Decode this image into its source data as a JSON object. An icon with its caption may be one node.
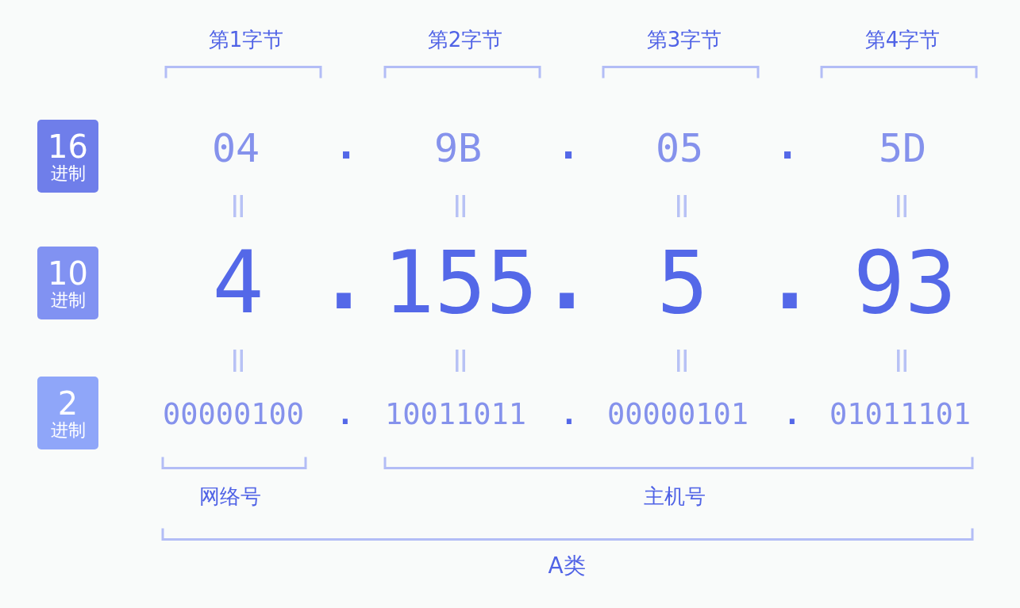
{
  "diagram": {
    "nodes": [
      {
        "text": [
          "16",
          "进制"
        ]
      },
      {
        "text": [
          "10",
          "进制"
        ]
      },
      {
        "text": [
          "2",
          "进制"
        ]
      }
    ],
    "labels": [
      "第1字节",
      "第2字节",
      "第3字节",
      "第4字节",
      "04",
      ".",
      "9B",
      ".",
      "05",
      ".",
      "5D",
      "4",
      ".",
      "155",
      ".",
      "5",
      ".",
      "93",
      "00000100",
      ".",
      "10011011",
      ".",
      "00000101",
      ".",
      "01011101",
      "网络号",
      "主机号",
      "A类"
    ]
  }
}
